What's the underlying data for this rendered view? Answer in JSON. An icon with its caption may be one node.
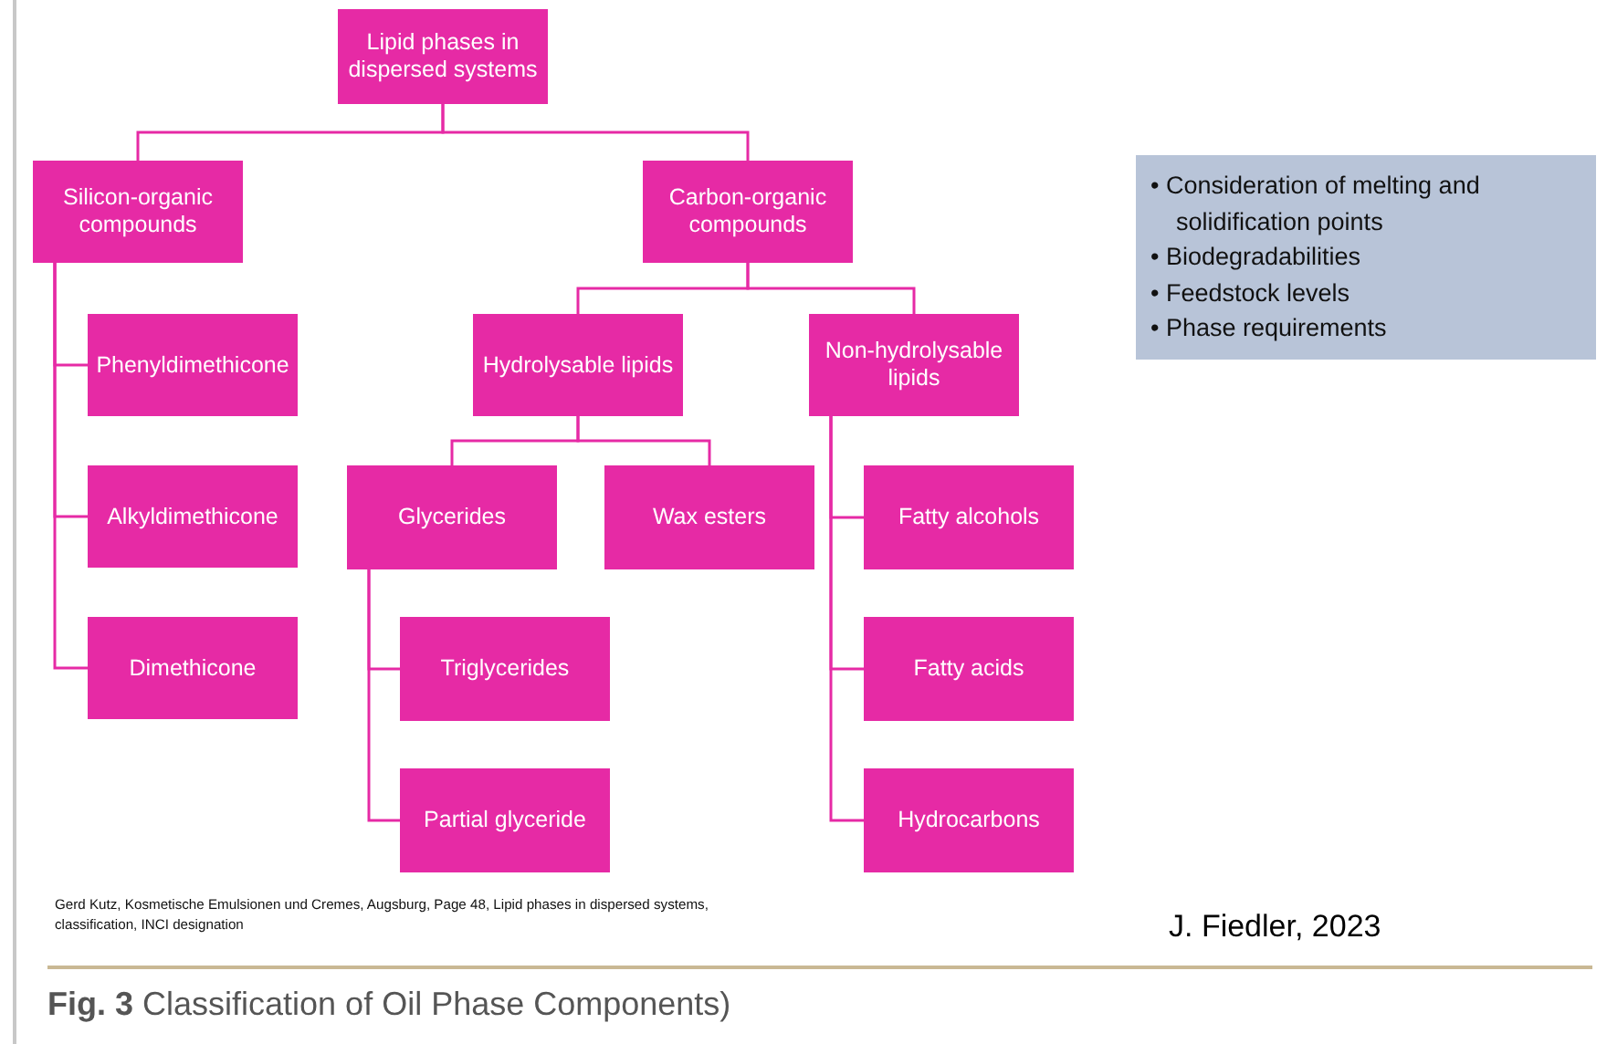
{
  "diagram": {
    "caption": "**Fig. 3** Classification of Oil Phase Components)",
    "nodes": [
      {
        "text": [
          "Lipid phases in dispersed systems"
        ]
      },
      {
        "text": [
          "Silicon-organic compounds"
        ]
      },
      {
        "text": [
          "Carbon-organic compounds"
        ]
      },
      {
        "text": [
          "Phenyldimethicone"
        ]
      },
      {
        "text": [
          "Alkyldimethicone"
        ]
      },
      {
        "text": [
          "Dimethicone"
        ]
      },
      {
        "text": [
          "Hydrolysable lipids"
        ]
      },
      {
        "text": [
          "Non-hydrolysable lipids"
        ]
      },
      {
        "text": [
          "Glycerides"
        ]
      },
      {
        "text": [
          "Wax esters"
        ]
      },
      {
        "text": [
          "Triglycerides"
        ]
      },
      {
        "text": [
          "Partial glyceride"
        ]
      },
      {
        "text": [
          "Fatty alcohols"
        ]
      },
      {
        "text": [
          "Fatty acids"
        ]
      },
      {
        "text": [
          "Hydrocarbons"
        ]
      },
      {
        "text": [
          "• Consideration of melting and solidification points",
          "• Biodegradabilities",
          "• Feedstock levels",
          "• Phase requirements"
        ]
      }
    ],
    "edges": [
      {
        "from": 0,
        "to": 1,
        "arrow": "none"
      },
      {
        "from": 0,
        "to": 2,
        "arrow": "none"
      },
      {
        "from": 1,
        "to": 3,
        "arrow": "none"
      },
      {
        "from": 1,
        "to": 4,
        "arrow": "none"
      },
      {
        "from": 1,
        "to": 5,
        "arrow": "none"
      },
      {
        "from": 2,
        "to": 6,
        "arrow": "none"
      },
      {
        "from": 2,
        "to": 7,
        "arrow": "none"
      },
      {
        "from": 6,
        "to": 8,
        "arrow": "none"
      },
      {
        "from": 6,
        "to": 9,
        "arrow": "none"
      },
      {
        "from": 8,
        "to": 10,
        "arrow": "none"
      },
      {
        "from": 8,
        "to": 11,
        "arrow": "none"
      },
      {
        "from": 7,
        "to": 12,
        "arrow": "none"
      },
      {
        "from": 7,
        "to": 13,
        "arrow": "none"
      },
      {
        "from": 7,
        "to": 14,
        "arrow": "none"
      }
    ],
    "labels": [
      "Gerd Kutz, Kosmetische Emulsionen und Cremes, Augsburg, Page 48, Lipid phases in dispersed systems, classification, INCI designation",
      "J. Fiedler, 2023"
    ]
  }
}
